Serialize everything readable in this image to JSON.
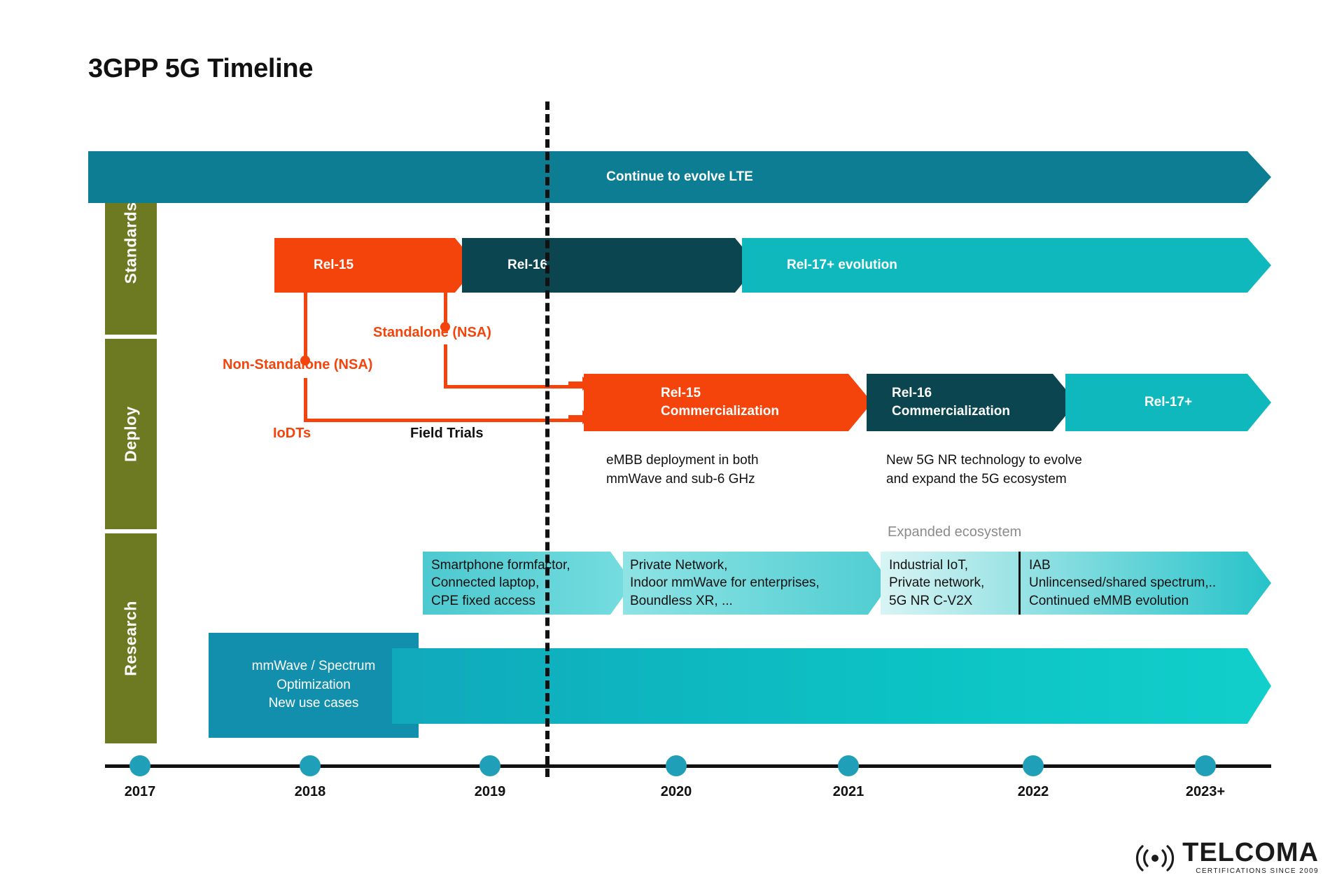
{
  "title": "3GPP 5G Timeline",
  "categories": [
    {
      "label": "Standards"
    },
    {
      "label": "Deploy"
    },
    {
      "label": "Research"
    }
  ],
  "standards": {
    "lte_bar": "Continue to evolve LTE",
    "rel15": "Rel-15",
    "rel16": "Rel-16",
    "rel17": "Rel-17+ evolution"
  },
  "annotations": {
    "non_standalone": "Non-Standalone (NSA)",
    "standalone": "Standalone (NSA)",
    "iodts": "IoDTs",
    "field_trials": "Field Trials"
  },
  "deploy": {
    "rel15_comm": "Rel-15\nCommercialization",
    "rel16_comm": "Rel-16\nCommercialization",
    "rel17": "Rel-17+",
    "caption_left": "eMBB deployment in both\nmmWave and sub-6 GHz",
    "caption_right": "New 5G NR technology to evolve\nand expand the 5G ecosystem"
  },
  "research": {
    "expanded_ecosystem": "Expanded ecosystem",
    "band1": "Smartphone formfactor,\nConnected laptop,\nCPE fixed access",
    "band2": "Private Network,\nIndoor mmWave for enterprises,\nBoundless XR, ...",
    "band3": "Industrial IoT,\nPrivate network,\n5G NR C-V2X",
    "band4": "IAB\nUnlincensed/shared spectrum,..\nContinued eMMB evolution",
    "mmwave_box": "mmWave / Spectrum\nOptimization\nNew use cases"
  },
  "axis": {
    "ticks": [
      "2017",
      "2018",
      "2019",
      "2020",
      "2021",
      "2022",
      "2023+"
    ]
  },
  "logo": {
    "name": "TELCOMA",
    "tagline": "CERTIFICATIONS SINCE 2009",
    "icon": "signal-waves-icon"
  },
  "colors": {
    "olive": "#6e7a22",
    "teal_dark": "#0b4650",
    "teal_mid": "#0d7d93",
    "cyan": "#0fb8bd",
    "orange": "#f4440c",
    "axis_dot": "#1f9fb8"
  }
}
